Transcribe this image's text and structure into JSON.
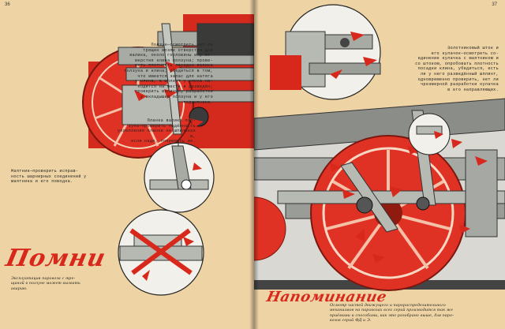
{
  "left_page": {
    "page_number": "36",
    "caption_polzun": "Ползун—осмотреть нет ли\nтрещин возле отверстия для\nвалика, около горловины и у от-\nверстия клина ползуна; прове-\nрить плотность посадки валика\nползуна и клина; убедиться в том,\nчто имеется запас для натяга\nу клина, а шплинт у клина на-\nходится на месте и разведён;\nпроверить величину разработки\nу вкладышей ползуна и у его\nподшипника.",
    "caption_planka": "Планка валика пол-\nзуна—проверить надёжность\nукрепления планки на шпильках и,\nесли надо, покрепить их.",
    "caption_maytnik": "Маятник—проверить исправ-\nность шарнирных соединений у\nмаятника и его поводка.",
    "title": "Помни",
    "note": "Эксплуатация паровоза с тре-\nщиной в ползуне может вызвать\nаварию."
  },
  "right_page": {
    "page_number": "37",
    "caption_zolotnik": "Золотниковый шток и\nего кулачок—осмотреть со-\nединение кулачка с маятником и\nсо штоком, опробовать плотность\nпосадки клина, убедиться, есть\nли у него разведённый шплинт,\nодновременно проверить, нет ли\nчрезмерной разработки кулачка\nв его направляющих.",
    "title": "Напоминание",
    "note": "Осмотр частей движущего и парораспределительного\nмеханизмов на паровозах всех серий производится так же\nприёмами и способами, как это разобрано выше, для паро-\nвозов серий ФД и Э."
  },
  "colors": {
    "paper": "#eed4a4",
    "red": "#d8281c",
    "steel": "#9a9d99",
    "dark": "#2a2a2a"
  }
}
